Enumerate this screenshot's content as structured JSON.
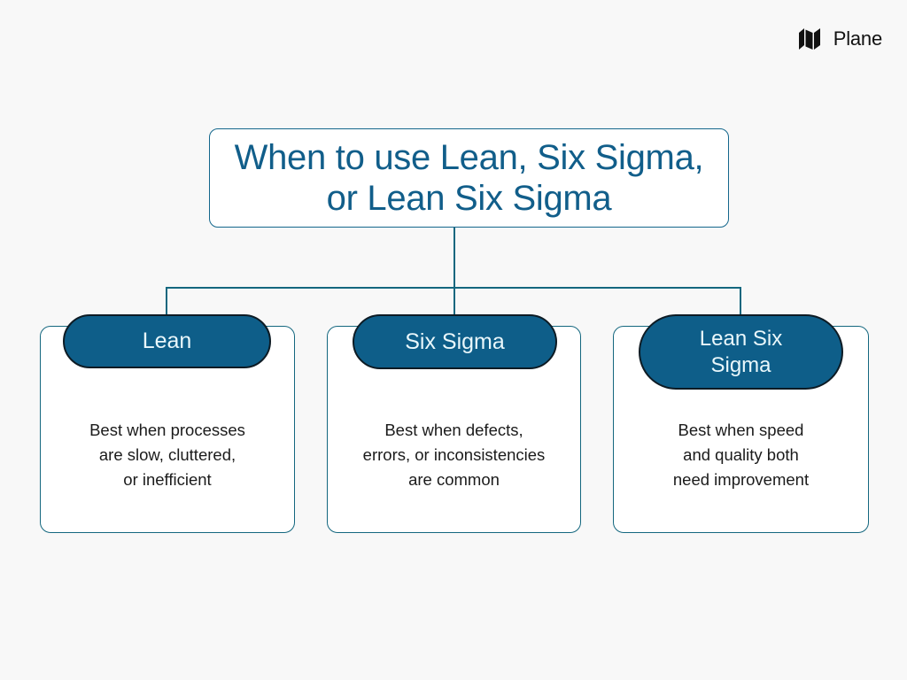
{
  "page": {
    "background_color": "#f8f8f8",
    "accent_color": "#115e8a",
    "pill_fill_color": "#0e5e89",
    "pill_text_color": "#e9f7fb",
    "border_color": "#14677f"
  },
  "brand": {
    "name": "Plane",
    "mark_icon": "plane-logo-icon"
  },
  "title": {
    "text": "When to use Lean, Six Sigma, or Lean Six Sigma"
  },
  "branches": [
    {
      "label": "Lean",
      "description": "Best when processes\nare slow, cluttered,\nor inefficient"
    },
    {
      "label": "Six Sigma",
      "description": "Best when defects,\nerrors, or inconsistencies\nare common"
    },
    {
      "label": "Lean Six\nSigma",
      "description": "Best when speed\nand quality both\nneed improvement"
    }
  ]
}
